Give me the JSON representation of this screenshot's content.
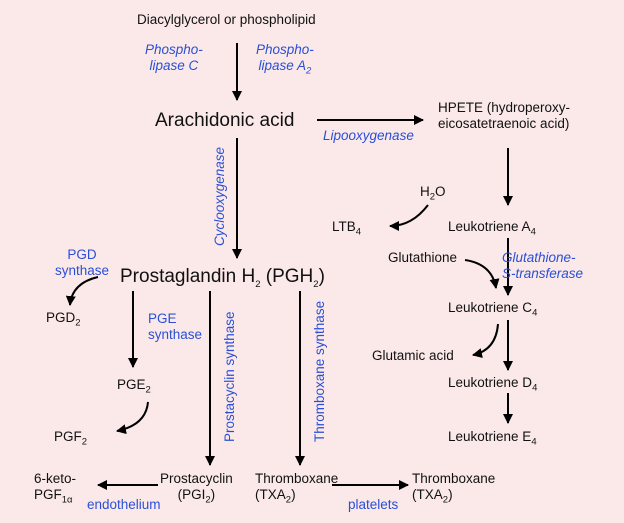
{
  "nodes": {
    "precursor": "Diacylglycerol or phospholipid",
    "arachidonic": "Arachidonic acid",
    "hpete": "HPETE (hydroperoxy-\neicosatetraenoic acid)",
    "water": "H2O",
    "ltb4": "LTB4",
    "lta4": "Leukotriene A4",
    "glutathione": "Glutathione",
    "pgh2": "Prostaglandin H2 (PGH2)",
    "pgd2": "PGD2",
    "ltc4": "Leukotriene C4",
    "glutamic": "Glutamic acid",
    "pge2": "PGE2",
    "ltd4": "Leukotriene D4",
    "pgf2": "PGF2",
    "lte4": "Leukotriene E4",
    "keto": "6-keto-\nPGF1α",
    "prostacyclin": "Prostacyclin\n(PGI2)",
    "thromboxane_a": "Thromboxane\n(TXA2)",
    "thromboxane_b": "Thromboxane\n(TXA2)"
  },
  "enzymes": {
    "pla_c": "Phospho-\nlipase C",
    "pla_a2": "Phospho-\nlipase A2",
    "lipooxygenase": "Lipooxygenase",
    "cyclooxygenase": "Cyclooxygenase",
    "pgd_synthase": "PGD\nsynthase",
    "gst": "Glutathione-\nS-transferase",
    "pge_synthase": "PGE\nsynthase",
    "prostacyclin_synthase": "Prostacyclin synthase",
    "thromboxane_synthase": "Thromboxane synthase",
    "endothelium": "endothelium",
    "platelets": "platelets"
  },
  "colors": {
    "background": "#fbe9e9",
    "enzyme_text": "#2a4fd6",
    "arrow": "#000000"
  }
}
